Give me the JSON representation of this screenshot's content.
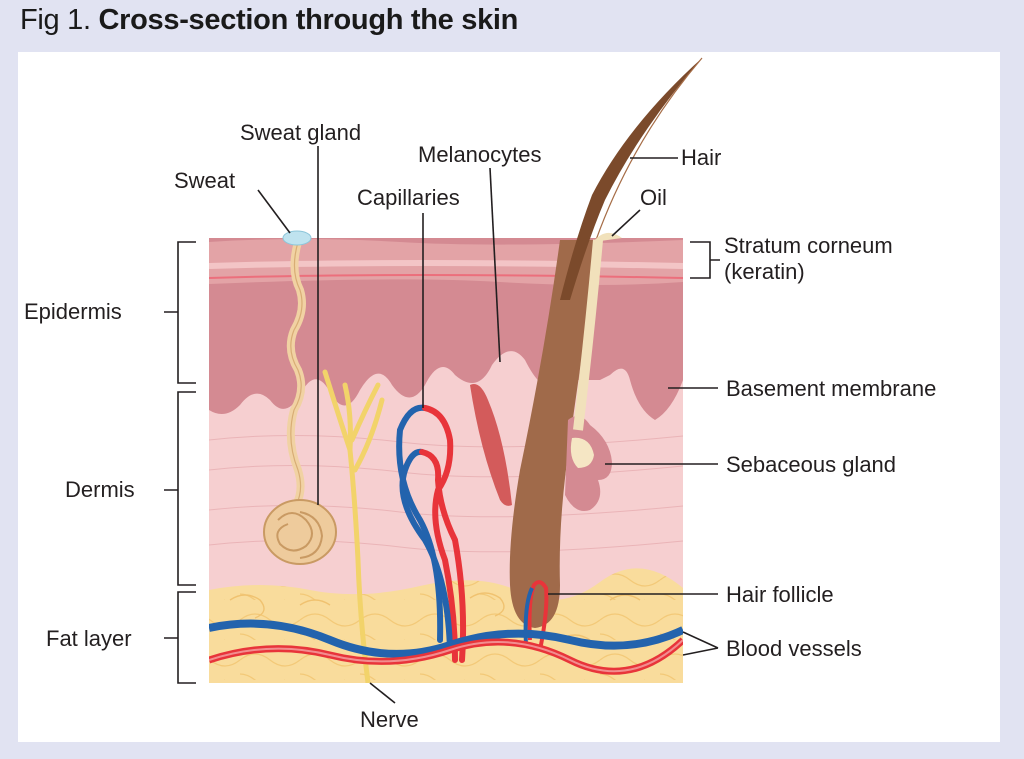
{
  "figure": {
    "number": "Fig 1.",
    "title": "Cross-section through the skin"
  },
  "labels": {
    "sweat_gland": "Sweat gland",
    "sweat": "Sweat",
    "melanocytes": "Melanocytes",
    "capillaries": "Capillaries",
    "hair": "Hair",
    "oil": "Oil",
    "stratum_corneum_1": "Stratum corneum",
    "stratum_corneum_2": "(keratin)",
    "epidermis": "Epidermis",
    "basement_membrane": "Basement membrane",
    "sebaceous_gland": "Sebaceous gland",
    "dermis": "Dermis",
    "hair_follicle": "Hair follicle",
    "fat_layer": "Fat layer",
    "blood_vessels": "Blood vessels",
    "nerve": "Nerve"
  },
  "colors": {
    "background": "#e1e3f2",
    "stratum": "#e3a3a6",
    "epidermis": "#d48a92",
    "dermis": "#f6cfd0",
    "fat": "#f9dc9c",
    "hair": "#7b4a2b",
    "artery": "#e8343a",
    "vein": "#2363ad",
    "nerve": "#f2d36a"
  }
}
